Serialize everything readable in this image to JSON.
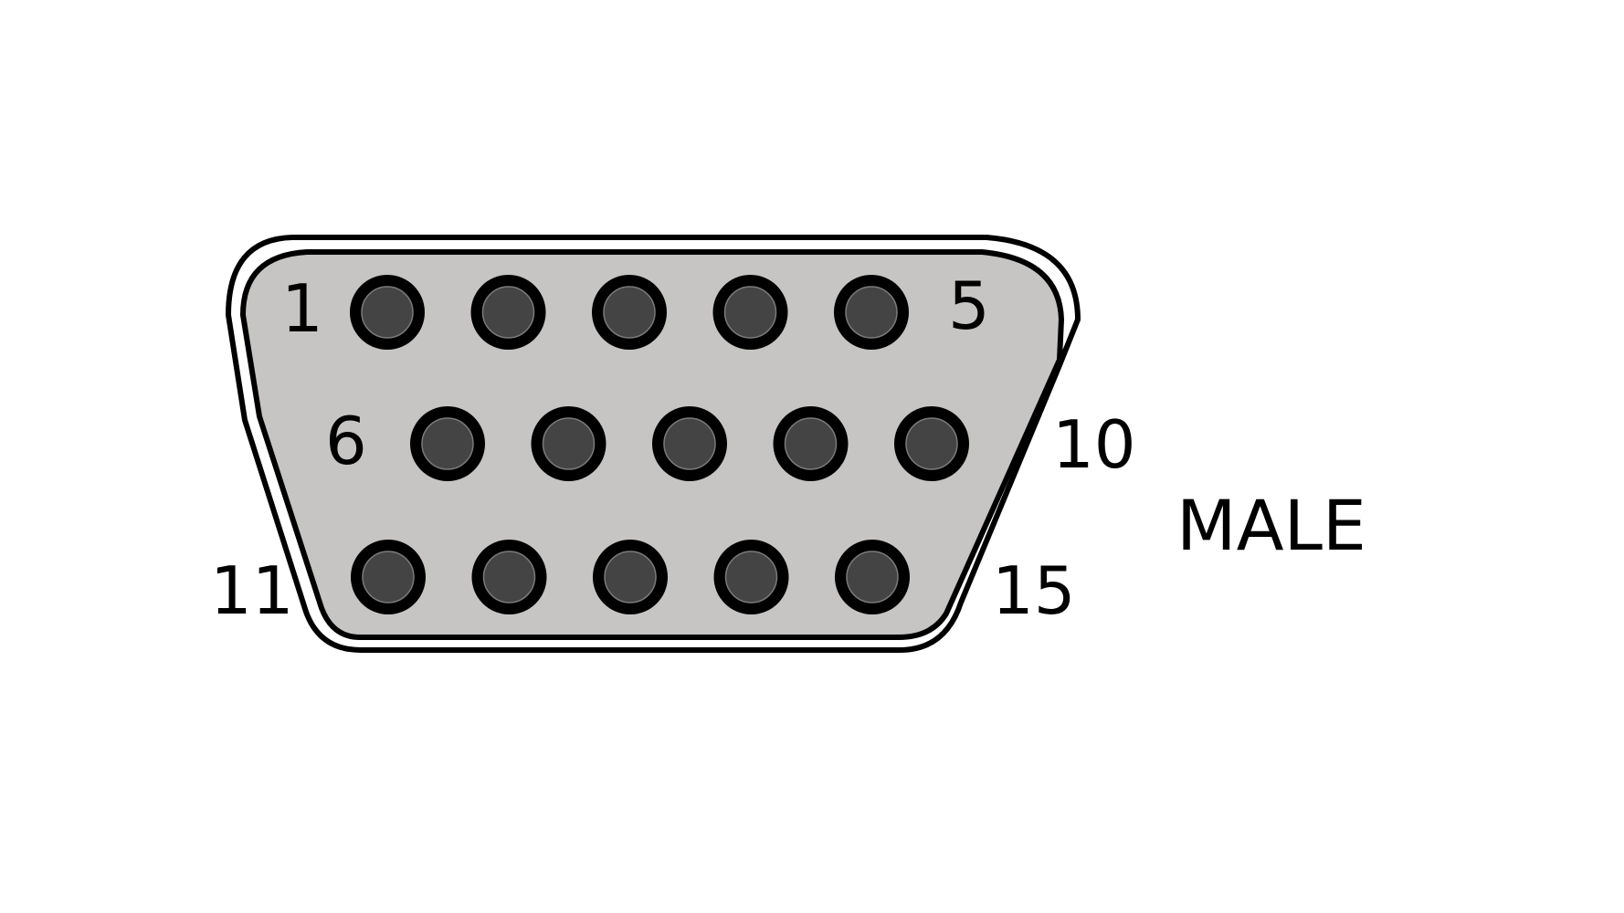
{
  "diagram": {
    "connector_label": "MALE",
    "pin_labels": [
      "1",
      "5",
      "6",
      "10",
      "11",
      "15"
    ],
    "rows": [
      {
        "name": "top",
        "pins": [
          1,
          2,
          3,
          4,
          5
        ]
      },
      {
        "name": "middle",
        "pins": [
          6,
          7,
          8,
          9,
          10
        ]
      },
      {
        "name": "bottom",
        "pins": [
          11,
          12,
          13,
          14,
          15
        ]
      }
    ],
    "colors": {
      "shell_fill": "#c6c5c3",
      "outline": "#000000",
      "pin_fill": "#444444",
      "pin_ring": "#000000",
      "background": "#ffffff"
    }
  }
}
